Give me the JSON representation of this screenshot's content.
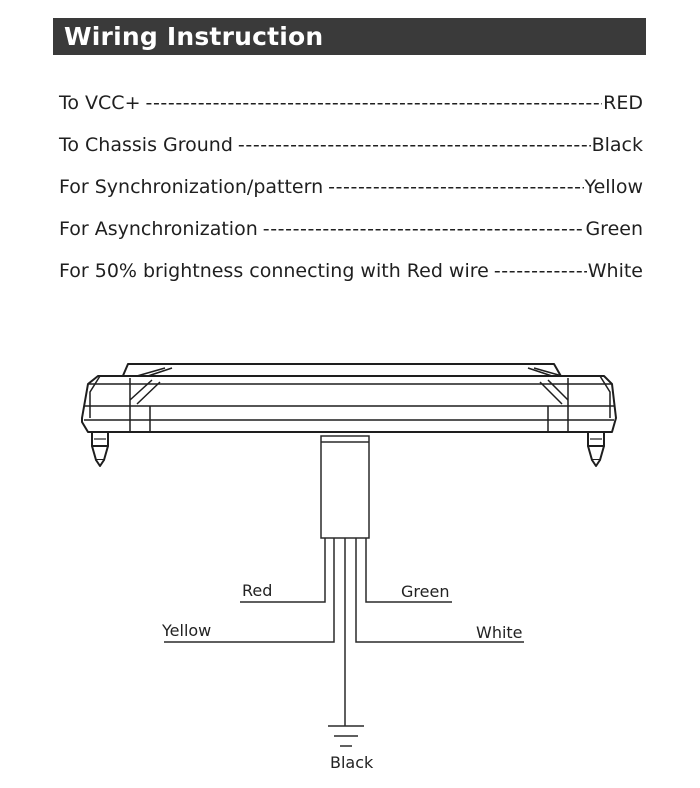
{
  "header": {
    "title": "Wiring Instruction",
    "background": "#3a3a3a",
    "text_color": "#ffffff"
  },
  "wiring": [
    {
      "label": "To VCC+",
      "color": "RED"
    },
    {
      "label": "To Chassis Ground",
      "color": "Black"
    },
    {
      "label": "For Synchronization/pattern",
      "color": "Yellow"
    },
    {
      "label": "For Asynchronization",
      "color": "Green"
    },
    {
      "label": "For 50% brightness connecting with Red wire",
      "color": "White"
    }
  ],
  "diagram": {
    "wire_labels": {
      "red": "Red",
      "green": "Green",
      "yellow": "Yellow",
      "white": "White",
      "black": "Black"
    },
    "icons": {
      "light_bar": "light-bar-icon",
      "ground": "ground-symbol-icon"
    }
  }
}
